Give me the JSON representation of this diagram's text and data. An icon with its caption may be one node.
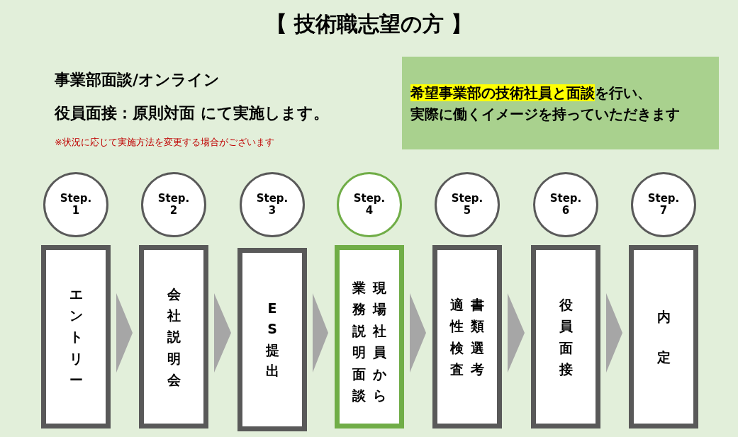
{
  "diagram": {
    "title": "【 技術職志望の方 】",
    "nodes": [
      {
        "text": [
          "希望事業部の技術社員と面談",
          "を行い、実際に働くイメージを持っていただきます"
        ]
      },
      {
        "text": [
          "Step. 1"
        ]
      },
      {
        "text": [
          "Step. 2"
        ]
      },
      {
        "text": [
          "Step. 3"
        ]
      },
      {
        "text": [
          "Step. 4"
        ]
      },
      {
        "text": [
          "Step. 5"
        ]
      },
      {
        "text": [
          "Step. 6"
        ]
      },
      {
        "text": [
          "Step. 7"
        ]
      },
      {
        "text": [
          "エントリー"
        ]
      },
      {
        "text": [
          "会社説明会"
        ]
      },
      {
        "text": [
          "ES提出"
        ]
      },
      {
        "text": [
          "業務説明面談",
          "現場社員から"
        ]
      },
      {
        "text": [
          "適性検査",
          "書類選考"
        ]
      },
      {
        "text": [
          "役員面接"
        ]
      },
      {
        "text": [
          "内定"
        ]
      }
    ],
    "edges": [
      {
        "from": 8,
        "to": 9,
        "arrow": "to"
      },
      {
        "from": 9,
        "to": 10,
        "arrow": "to"
      },
      {
        "from": 10,
        "to": 11,
        "arrow": "to"
      },
      {
        "from": 11,
        "to": 12,
        "arrow": "to"
      },
      {
        "from": 12,
        "to": 13,
        "arrow": "to"
      },
      {
        "from": 13,
        "to": 14,
        "arrow": "to"
      }
    ],
    "labels": [
      "事業部面談/オンライン",
      "役員面接：原則対面 にて実施します。",
      "※状況に応じて実施方法を変更する場合がございます"
    ]
  }
}
